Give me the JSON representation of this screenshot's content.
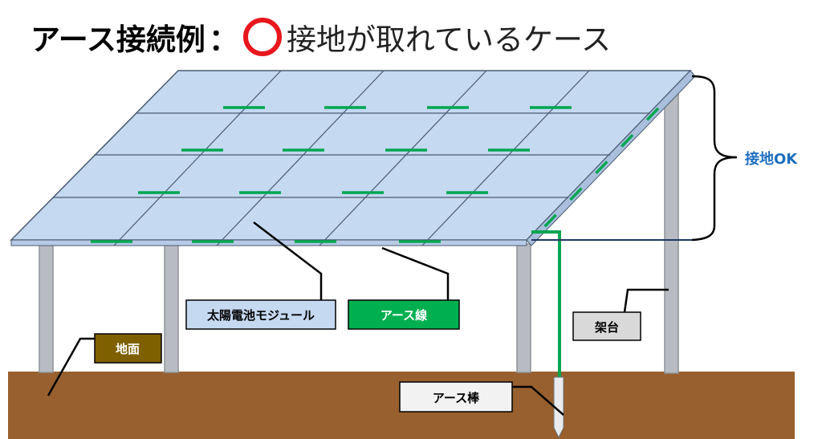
{
  "title": {
    "main": "アース接続例",
    "colon": "：",
    "case_text": "接地が取れているケース"
  },
  "labels": {
    "module": "太陽電池モジュール",
    "earth_wire": "アース線",
    "ground": "地面",
    "frame": "架台",
    "earth_rod": "アース棒",
    "grounding_ok": "接地OK"
  },
  "colors": {
    "ring": "#e8171e",
    "panel": "#c5d9f1",
    "panel_edge": "#4a5a70",
    "wire": "#00a651",
    "soil": "#98602e",
    "ok_text": "#1f6fbf",
    "ground_box": "#7f6000",
    "wire_box": "#00b050",
    "frame_box": "#d9d9d9",
    "rod_box": "#f2f2f2"
  }
}
